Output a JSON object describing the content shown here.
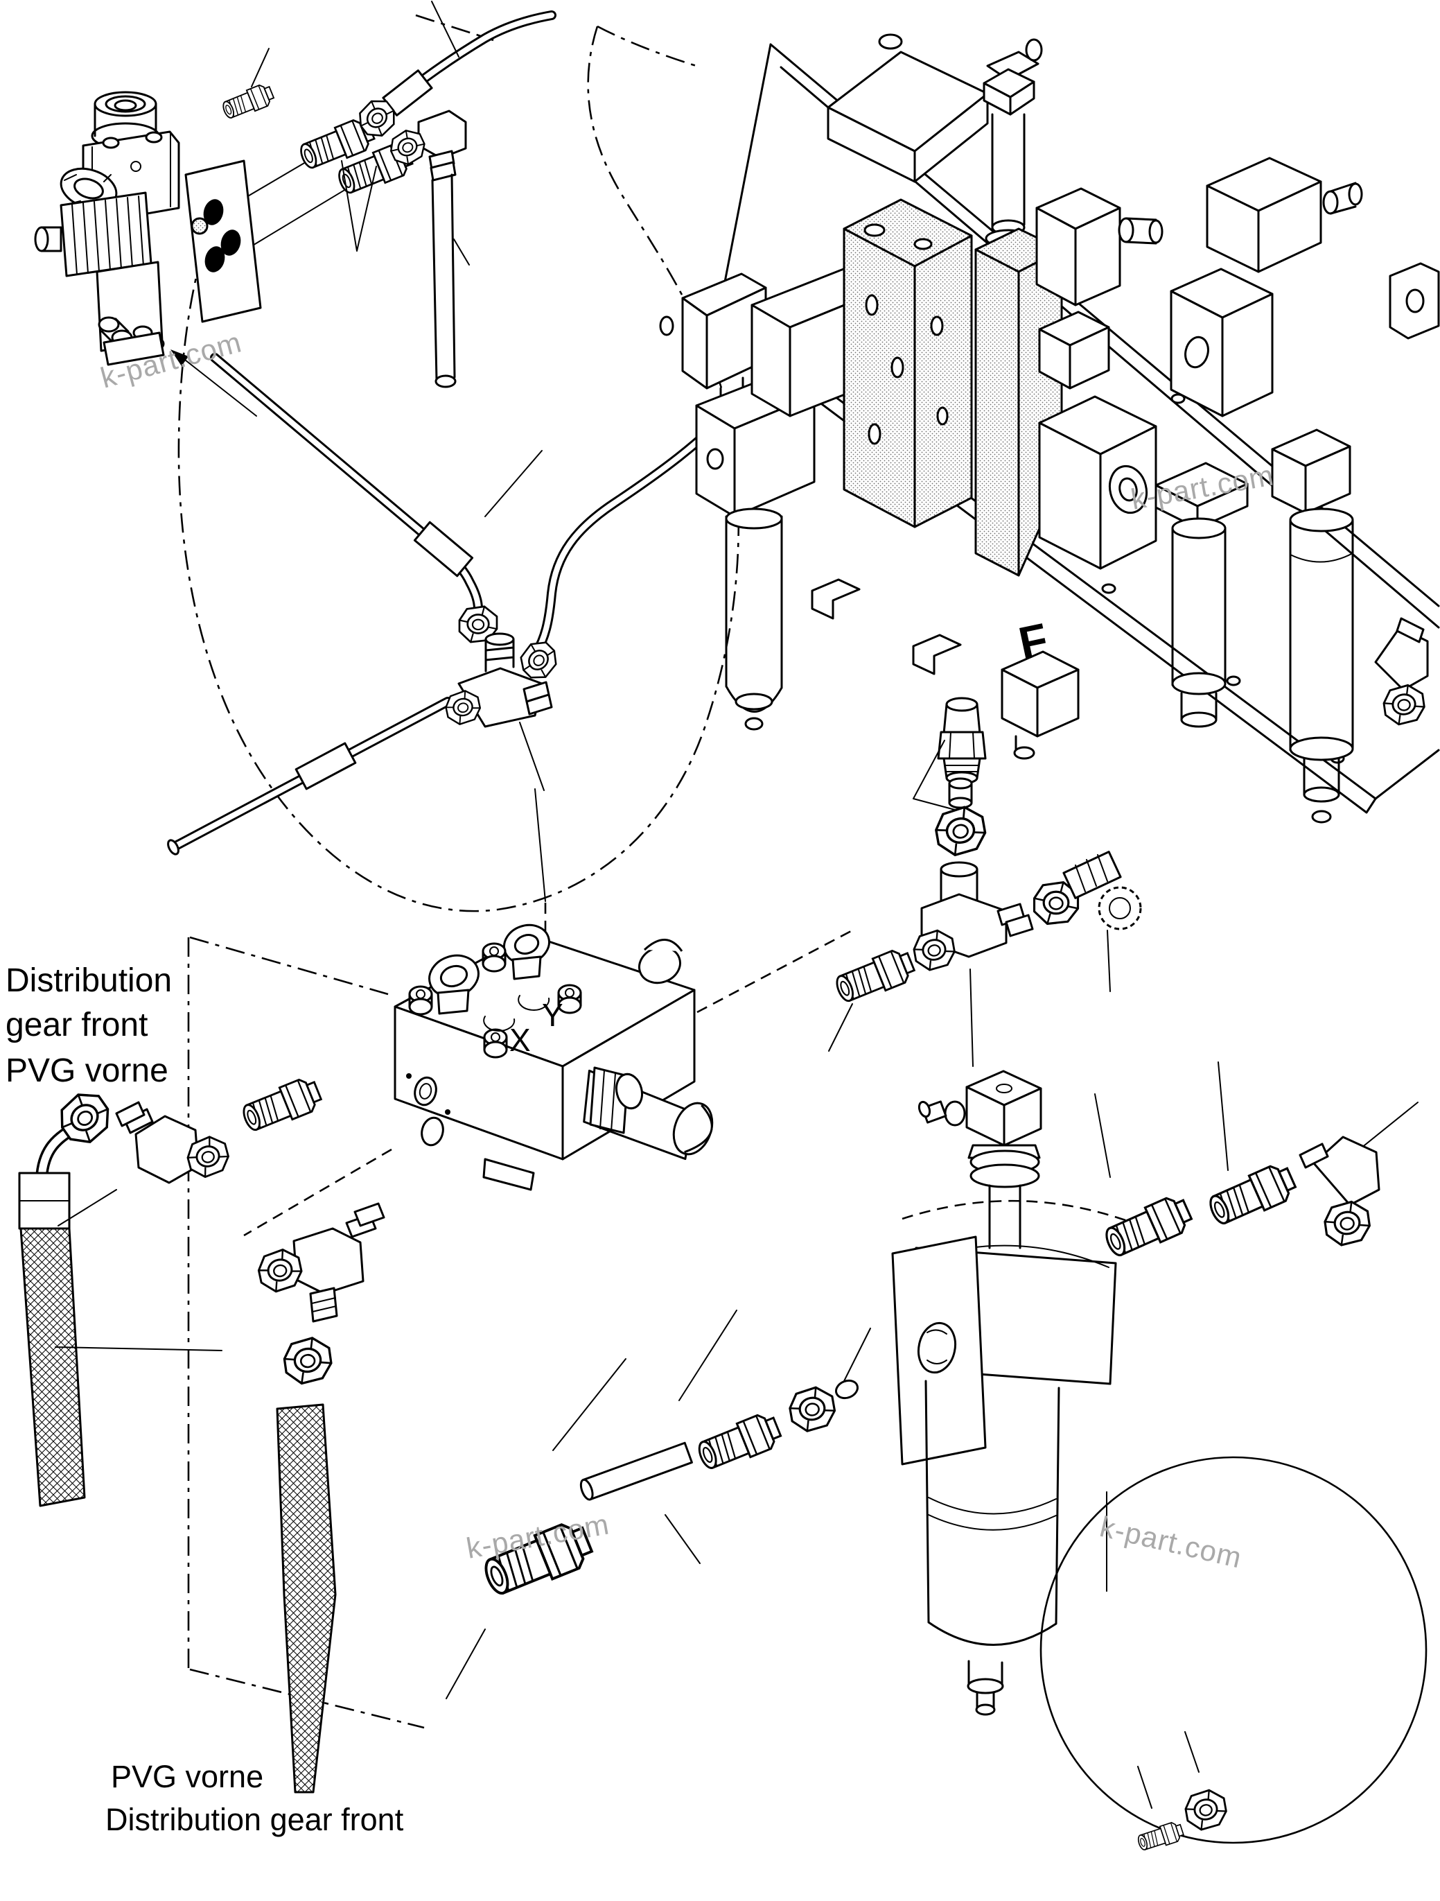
{
  "page": {
    "background": "#ffffff",
    "ink": "#000000"
  },
  "labels": {
    "left_callout": {
      "line1": "Distribution",
      "line2": "gear front",
      "line3": "PVG vorne"
    },
    "bottom_callout": {
      "line1": "PVG vorne",
      "line2": "Distribution gear front"
    },
    "port_x": "X",
    "port_y": "Y",
    "view_letter": "F"
  },
  "watermark": {
    "text": "k-part.com",
    "color": "#a9a9a9"
  }
}
